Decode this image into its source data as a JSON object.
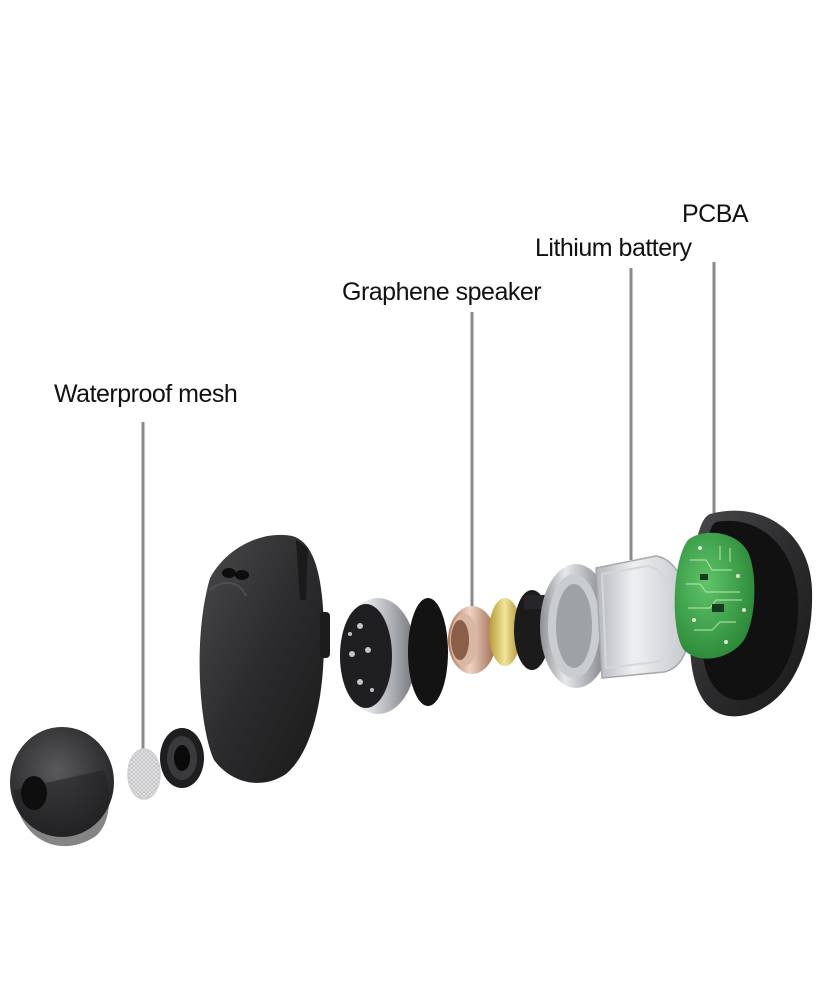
{
  "labels": {
    "waterproof_mesh": "Waterproof mesh",
    "graphene_speaker": "Graphene speaker",
    "lithium_battery": "Lithium battery",
    "pcba": "PCBA"
  },
  "colors": {
    "shell": "#2b2b2d",
    "pcb_green": "#2e9a3c",
    "metal": "#b9bcc0",
    "copper": "#c9967a",
    "gold": "#d9c25a",
    "leader_line": "#888888"
  }
}
